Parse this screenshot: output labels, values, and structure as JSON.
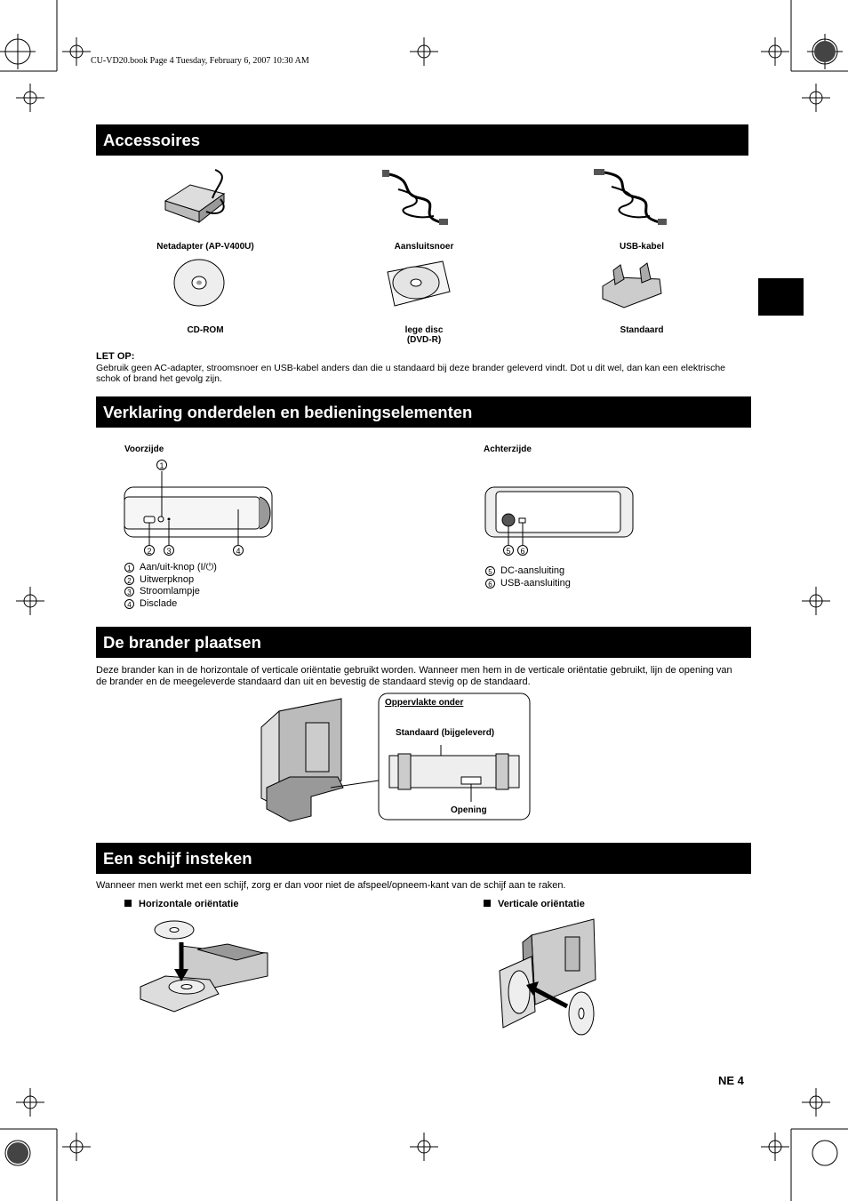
{
  "header": {
    "file_line": "CU-VD20.book  Page 4  Tuesday, February 6, 2007  10:30 AM"
  },
  "sections": {
    "accessories": {
      "title": "Accessoires",
      "items": [
        {
          "label": "Netadapter (AP-V400U)",
          "icon": "ac-adapter-icon"
        },
        {
          "label": "Aansluitsnoer",
          "icon": "power-cord-icon"
        },
        {
          "label": "USB-kabel",
          "icon": "usb-cable-icon"
        },
        {
          "label": "CD-ROM",
          "icon": "cd-rom-icon"
        },
        {
          "label": "lege disc",
          "label2": "(DVD-R)",
          "icon": "blank-disc-icon"
        },
        {
          "label": "Standaard",
          "icon": "stand-icon"
        }
      ],
      "note_title": "LET OP:",
      "note_text": "Gebruik geen AC-adapter, stroomsnoer en USB-kabel anders dan die u standaard bij deze brander geleverd vindt. Dot u dit wel, dan kan een elektrische schok of brand het gevolg zijn."
    },
    "parts": {
      "title": "Verklaring onderdelen en bedieningselementen",
      "front_label": "Voorzijde",
      "back_label": "Achterzijde",
      "front_items": [
        {
          "num": "1",
          "text": "Aan/uit-knop (I/⏻)"
        },
        {
          "num": "2",
          "text": "Uitwerpknop"
        },
        {
          "num": "3",
          "text": "Stroomlampje"
        },
        {
          "num": "4",
          "text": "Disclade"
        }
      ],
      "back_items": [
        {
          "num": "5",
          "text": "DC-aansluiting"
        },
        {
          "num": "6",
          "text": "USB-aansluiting"
        }
      ]
    },
    "placement": {
      "title": "De brander plaatsen",
      "text": "Deze brander kan in de horizontale of verticale oriëntatie gebruikt worden. Wanneer men hem in de verticale oriëntatie gebruikt, lijn de opening van de brander en de meegeleverde standaard dan uit en bevestig de standaard stevig op de standaard.",
      "callout_title": "Oppervlakte onder",
      "callout_stand": "Standaard (bijgeleverd)",
      "callout_opening": "Opening"
    },
    "insert": {
      "title": "Een schijf insteken",
      "text": "Wanneer men werkt met een schijf, zorg er dan voor niet de afspeel/opneem-kant van de schijf aan te raken.",
      "horizontal": "Horizontale oriëntatie",
      "vertical": "Verticale oriëntatie"
    }
  },
  "footer": {
    "page": "NE  4"
  }
}
